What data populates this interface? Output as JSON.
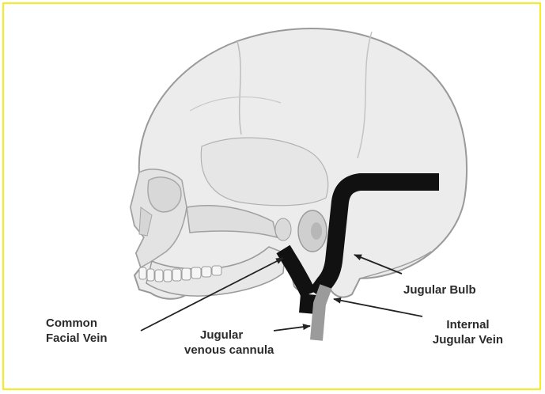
{
  "labels": {
    "common_facial_vein": [
      "Common",
      "Facial Vein"
    ],
    "jugular_venous_cannula": [
      "Jugular",
      "venous cannula"
    ],
    "jugular_bulb": "Jugular Bulb",
    "internal_jugular_vein": [
      "Internal",
      "Jugular Vein"
    ]
  },
  "colors": {
    "border": "#f4ee1e",
    "skull_fill": "#ececec",
    "skull_outline": "#9a9a9a",
    "vein": "#111111",
    "cannula": "#9b9b9b",
    "arrow": "#222222"
  }
}
